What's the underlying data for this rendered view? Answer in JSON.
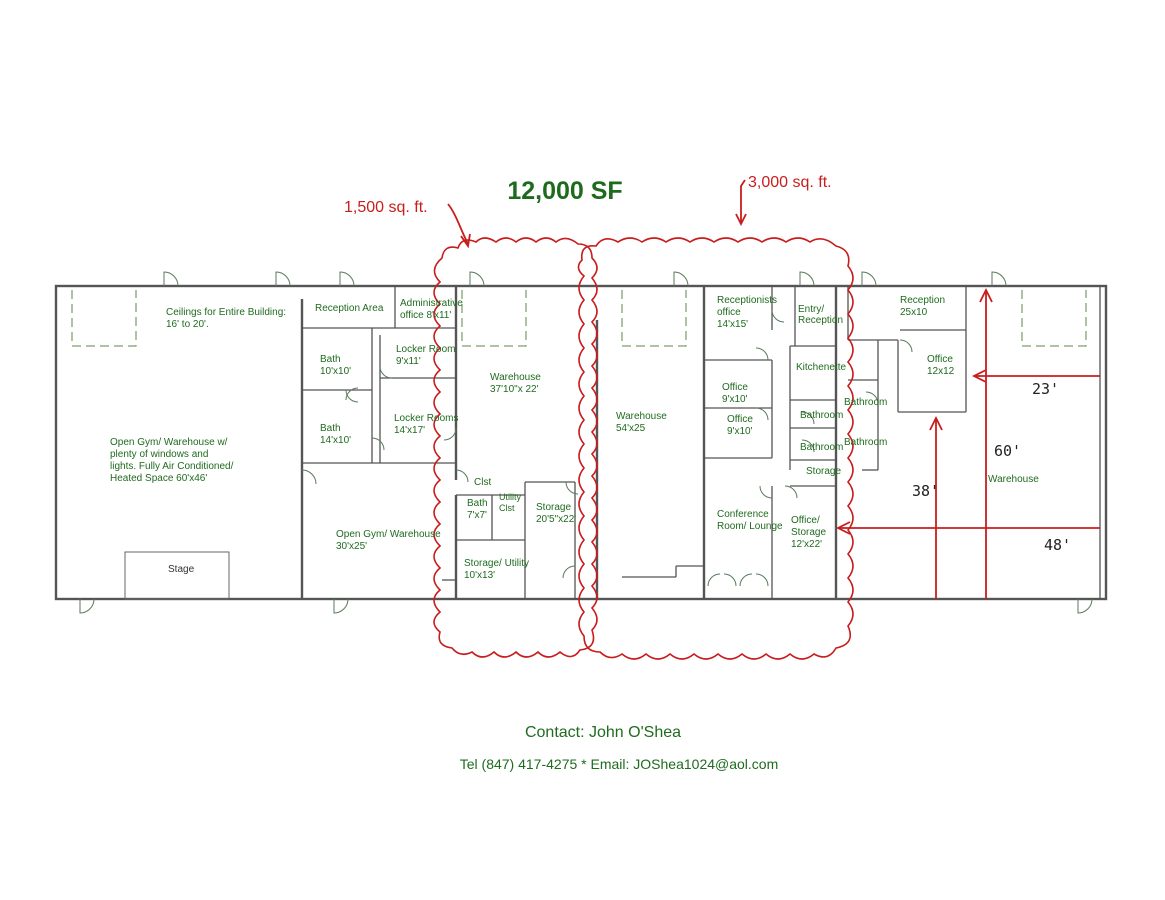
{
  "title": "12,000 SF",
  "callouts": {
    "left": "1,500 sq. ft.",
    "right": "3,000 sq. ft."
  },
  "rooms": {
    "ceilings": "Ceilings for Entire Building:",
    "ceilings2": "16' to 20'.",
    "reception_area": "Reception Area",
    "admin1": "Administrative",
    "admin2": "office 8'x11'",
    "bath1": "Bath",
    "bath1_size": "10'x10'",
    "bath2": "Bath",
    "bath2_size": "14'x10'",
    "locker1": "Locker Room",
    "locker1_size": "9'x11'",
    "locker2": "Locker Rooms",
    "locker2_size": "14'x17'",
    "gym1_a": "Open Gym/ Warehouse w/",
    "gym1_b": "plenty of windows and",
    "gym1_c": "lights. Fully Air Conditioned/",
    "gym1_d": "Heated Space     60'x46'",
    "stage": "Stage",
    "gym2": "Open Gym/ Warehouse",
    "gym2_size": "30'x25'",
    "wh1": "Warehouse",
    "wh1_size": "37'10\"x 22'",
    "clst": "Clst",
    "bath3": "Bath",
    "bath3_size": "7'x7'",
    "utility_clst1": "Utility",
    "utility_clst2": "Clst",
    "storage1": "Storage",
    "storage1_size": "20'5\"x22'",
    "storage_util": "Storage/ Utility",
    "storage_util_size": "10'x13'",
    "wh2": "Warehouse",
    "wh2_size": "54'x25",
    "recep_office": "Receptionists",
    "recep_office2": "office",
    "recep_office_size": "14'x15'",
    "office1": "Office",
    "office1_size": "9'x10'",
    "office2": "Office",
    "office2_size": "9'x10'",
    "entry1": "Entry/",
    "entry2": "Reception",
    "kitchenette": "Kitchenette",
    "bathroom1": "Bathroom",
    "bathroom2": "Bathroom",
    "storage2": "Storage",
    "conference1": "Conference",
    "conference2": "Room/ Lounge",
    "office_storage1": "Office/",
    "office_storage2": "Storage",
    "office_storage_size": "12'x22'",
    "reception2": "Reception",
    "reception2_size": "25x10",
    "office3": "Office",
    "office3_size": "12x12",
    "bathroom3": "Bathroom",
    "bathroom4": "Bathroom",
    "wh3": "Warehouse"
  },
  "dimensions": {
    "d23": "23'",
    "d60": "60'",
    "d38": "38'",
    "d48": "48'"
  },
  "contact": {
    "name": "Contact: John O'Shea",
    "line": "Tel (847) 417-4275  *   Email: JOShea1024@aol.com"
  },
  "colors": {
    "title_green": "#1e6b1e",
    "label_green": "#1f6b1f",
    "markup_red": "#c81d1d"
  }
}
